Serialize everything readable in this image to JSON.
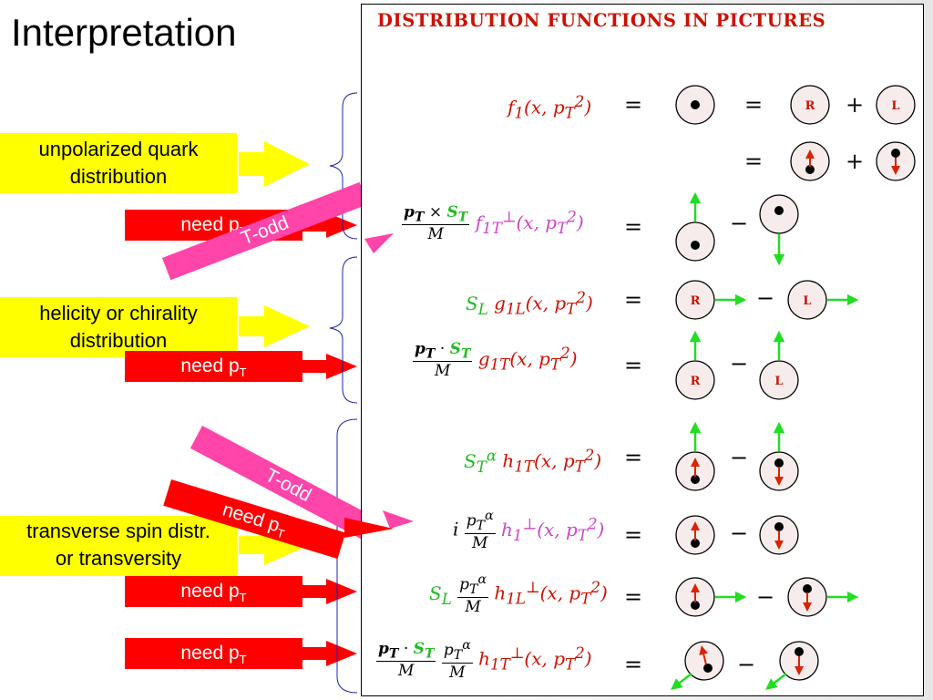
{
  "slide": {
    "title": "Interpretation",
    "labels": {
      "unpolarized": [
        "unpolarized quark",
        "distribution"
      ],
      "helicity": [
        "helicity or chirality",
        "distribution"
      ],
      "transverse": [
        "transverse spin distr.",
        "or transversity"
      ]
    },
    "need_pt": "need p",
    "need_pt_sub": "T",
    "todd": "T-odd"
  },
  "panel": {
    "title": "DISTRIBUTION FUNCTIONS IN PICTURES",
    "equals": "=",
    "plus": "+",
    "minus": "−",
    "R": "R",
    "L": "L"
  },
  "colors": {
    "yellow": "#ffff00",
    "red": "#ff0000",
    "pink": "#ff44aa",
    "dark_red": "#cc1100",
    "green": "#22bb22",
    "purple": "#cc44cc",
    "circle_fill": "#f7ecec"
  }
}
